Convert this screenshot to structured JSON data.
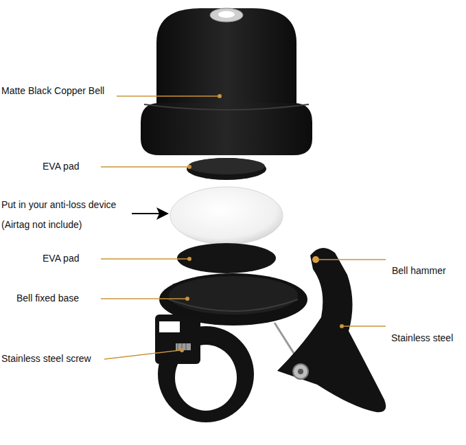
{
  "diagram": {
    "labels": [
      "Matte Black Copper Bell",
      "EVA pad",
      "Put in your anti-loss device",
      "(Airtag not include)",
      "EVA pad",
      "Bell fixed base",
      "Stainless steel screw",
      "Bell hammer",
      "Stainless steel"
    ]
  }
}
